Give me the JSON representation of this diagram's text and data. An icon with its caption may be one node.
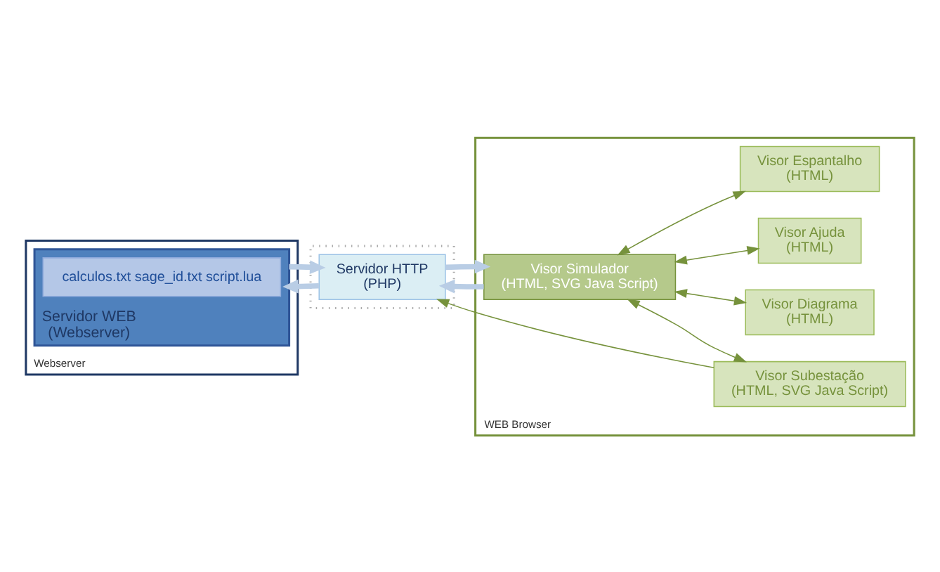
{
  "diagram": {
    "nodes": [
      {
        "text": [
          "Webserver"
        ]
      },
      {
        "text": [
          "Servidor WEB",
          "(Webserver)"
        ],
        "in": 0
      },
      {
        "text": [
          "calculos.txt sage_id.txt script.lua"
        ],
        "in": 1
      },
      {
        "text": [],
        "shape": "box"
      },
      {
        "text": [
          "Servidor HTTP",
          "(PHP)"
        ],
        "in": 3
      },
      {
        "text": [
          "WEB Browser"
        ]
      },
      {
        "text": [
          "Visor Simulador",
          "(HTML, SVG Java Script)"
        ],
        "in": 5
      },
      {
        "text": [
          "Visor Subestação",
          "(HTML, SVG Java Script)"
        ],
        "in": 5
      },
      {
        "text": [
          "Visor Diagrama",
          "(HTML)"
        ],
        "in": 5
      },
      {
        "text": [
          "Visor Ajuda",
          "(HTML)"
        ],
        "in": 5
      },
      {
        "text": [
          "Visor Espantalho",
          "(HTML)"
        ],
        "in": 5
      }
    ],
    "edges": [
      {
        "from": 1,
        "to": 4,
        "arrow": "to",
        "style": "thick",
        "color": "#b9cde5"
      },
      {
        "from": 4,
        "to": 1,
        "arrow": "to",
        "style": "thick",
        "color": "#b9cde5"
      },
      {
        "from": 4,
        "to": 6,
        "arrow": "to",
        "style": "thick",
        "color": "#b9cde5"
      },
      {
        "from": 6,
        "to": 4,
        "arrow": "to",
        "style": "thick",
        "color": "#b9cde5"
      },
      {
        "from": 7,
        "to": 4,
        "arrow": "to"
      },
      {
        "from": 6,
        "to": 7,
        "arrow": "both"
      },
      {
        "from": 6,
        "to": 8,
        "arrow": "both"
      },
      {
        "from": 6,
        "to": 9,
        "arrow": "both"
      },
      {
        "from": 6,
        "to": 10,
        "arrow": "both"
      }
    ]
  }
}
